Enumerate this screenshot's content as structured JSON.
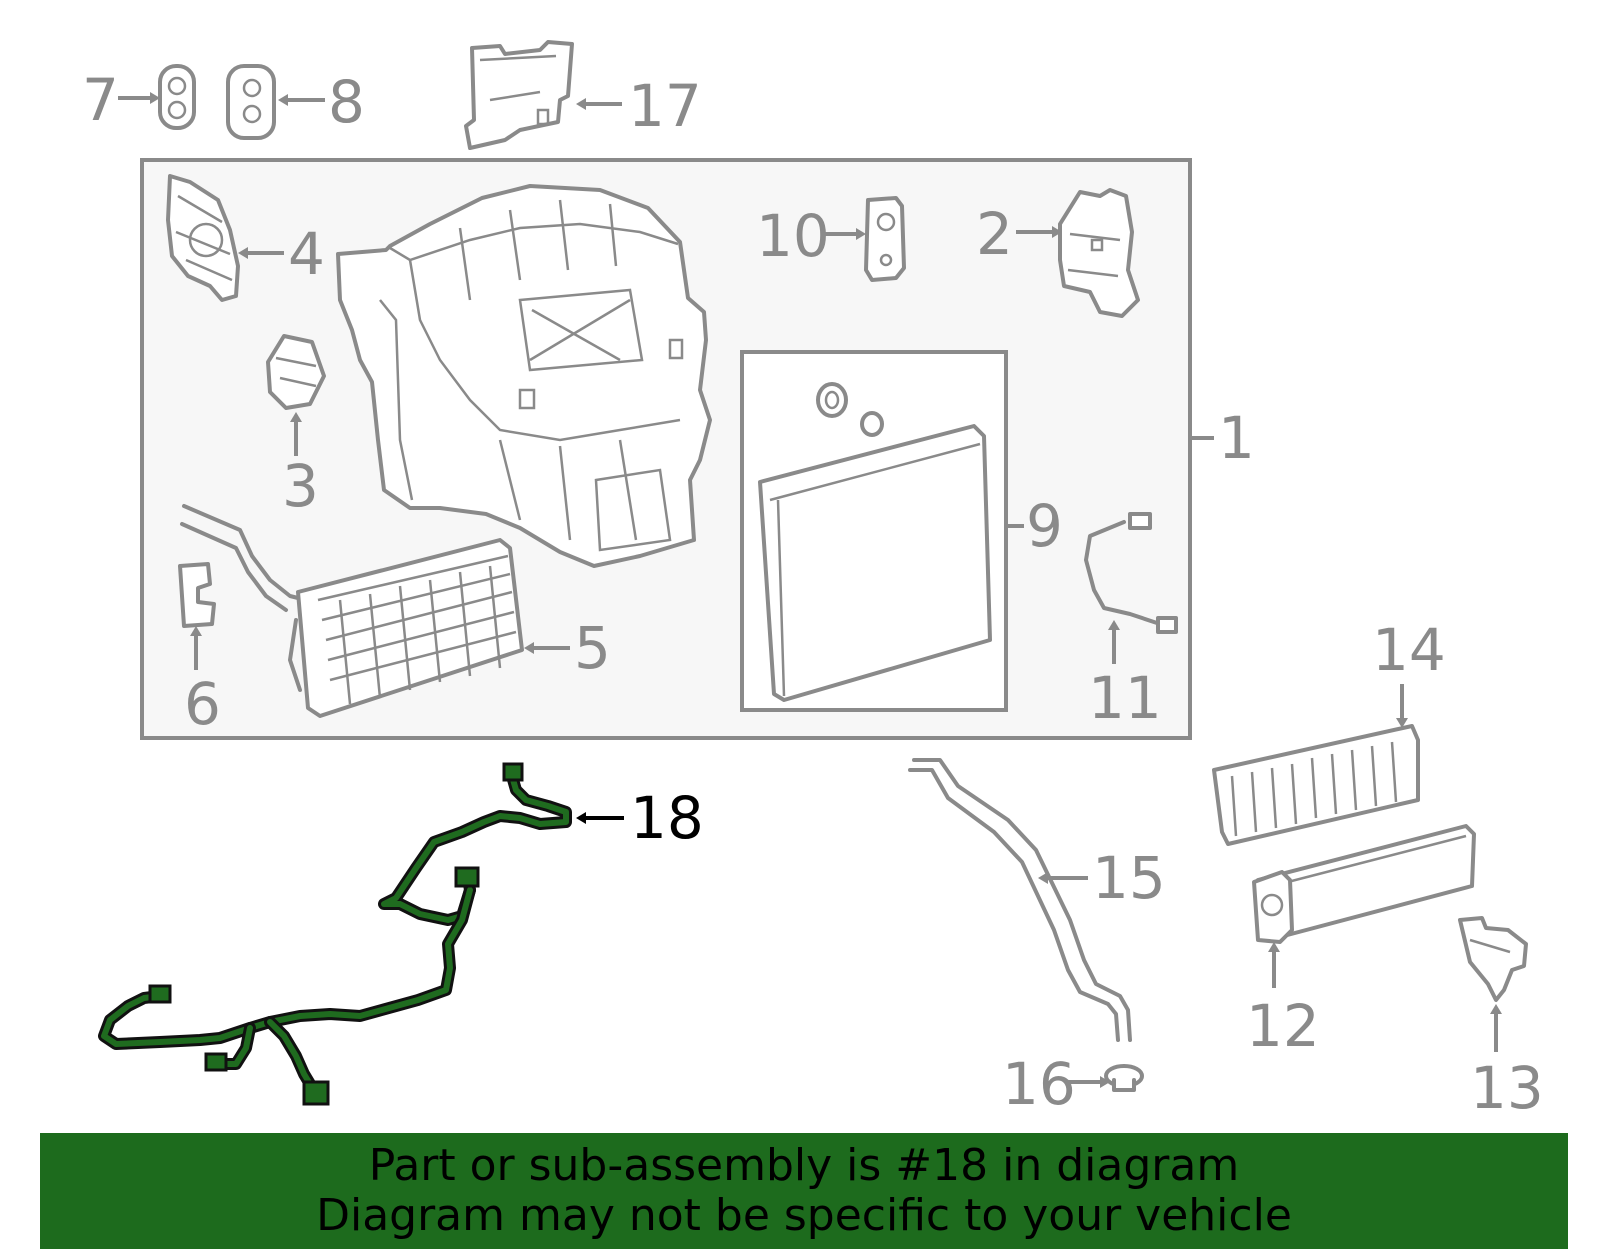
{
  "diagram": {
    "callouts": {
      "c1": "1",
      "c2": "2",
      "c3": "3",
      "c4": "4",
      "c5": "5",
      "c6": "6",
      "c7": "7",
      "c8": "8",
      "c9": "9",
      "c10": "10",
      "c11": "11",
      "c12": "12",
      "c13": "13",
      "c14": "14",
      "c15": "15",
      "c16": "16",
      "c17": "17",
      "c18": "18"
    },
    "highlighted_part": "18",
    "colors": {
      "highlight": "#1f6b1f",
      "part_line": "#8a8a8a",
      "assembly_box_fill": "#f7f7f7",
      "banner_bg": "#1d6b1d"
    }
  },
  "banner": {
    "line1": "Part or sub-assembly is #18 in diagram",
    "line2": "Diagram may not be specific to your vehicle"
  }
}
